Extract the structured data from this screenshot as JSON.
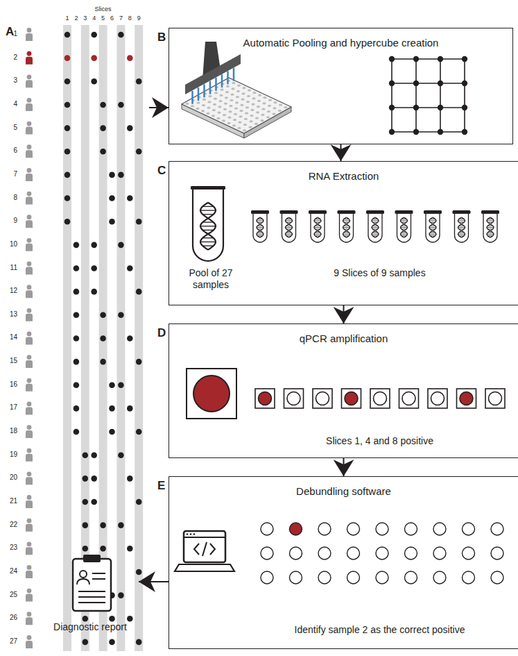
{
  "diagram": {
    "nodes": [
      {
        "text": [
          "A",
          "Slices"
        ]
      },
      {
        "text": [
          "B",
          "Automatic Pooling and hypercube creation"
        ]
      },
      {
        "text": [
          "C",
          "RNA Extraction",
          "Pool of 27 samples",
          "9 Slices of 9 samples"
        ]
      },
      {
        "text": [
          "D",
          "qPCR amplification",
          "Slices 1, 4 and 8 positive"
        ]
      },
      {
        "text": [
          "E",
          "Debundling software",
          "Identify sample 2 as the correct positive"
        ]
      },
      {
        "text": [
          "Diagnostic report"
        ]
      }
    ],
    "edges": [
      {
        "from": 0,
        "to": 1,
        "arrow": "to"
      },
      {
        "from": 1,
        "to": 2,
        "arrow": "to"
      },
      {
        "from": 2,
        "to": 3,
        "arrow": "to"
      },
      {
        "from": 3,
        "to": 4,
        "arrow": "to"
      },
      {
        "from": 4,
        "to": 5,
        "arrow": "to"
      }
    ],
    "labels": [
      "1",
      "2",
      "3",
      "4",
      "5",
      "6",
      "7",
      "8",
      "9",
      "1",
      "2",
      "3",
      "4",
      "5",
      "6",
      "7",
      "8",
      "9",
      "10",
      "11",
      "12",
      "13",
      "14",
      "15",
      "16",
      "17",
      "18",
      "19",
      "20",
      "21",
      "22",
      "23",
      "24",
      "25",
      "26",
      "27"
    ]
  }
}
